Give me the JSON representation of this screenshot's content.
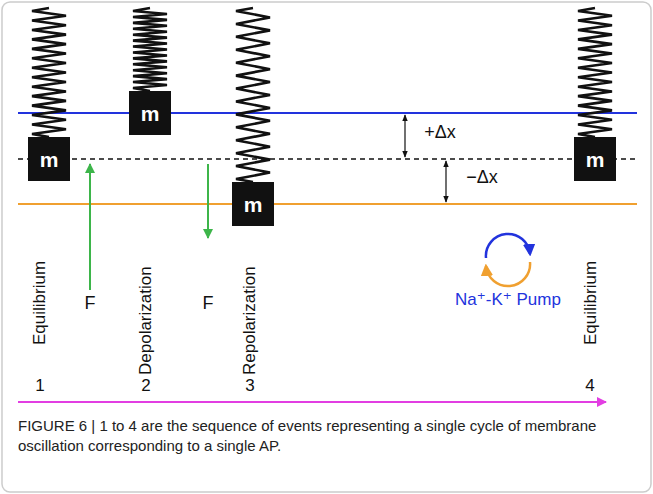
{
  "diagram": {
    "caption": "FIGURE 6 | 1 to 4 are the sequence of events representing a single cycle of membrane oscillation corresponding to a single AP.",
    "nodes": [
      {
        "text": [
          "m"
        ]
      },
      {
        "text": [
          "m"
        ]
      },
      {
        "text": [
          "m"
        ]
      },
      {
        "text": [
          "m"
        ]
      }
    ],
    "labels": [
      "F",
      "F",
      "+Δx",
      "−Δx",
      "Equilibrium",
      "Depolarization",
      "Repolarization",
      "Equilibrium",
      "1",
      "2",
      "3",
      "4",
      "Na⁺-K⁺ Pump"
    ]
  }
}
